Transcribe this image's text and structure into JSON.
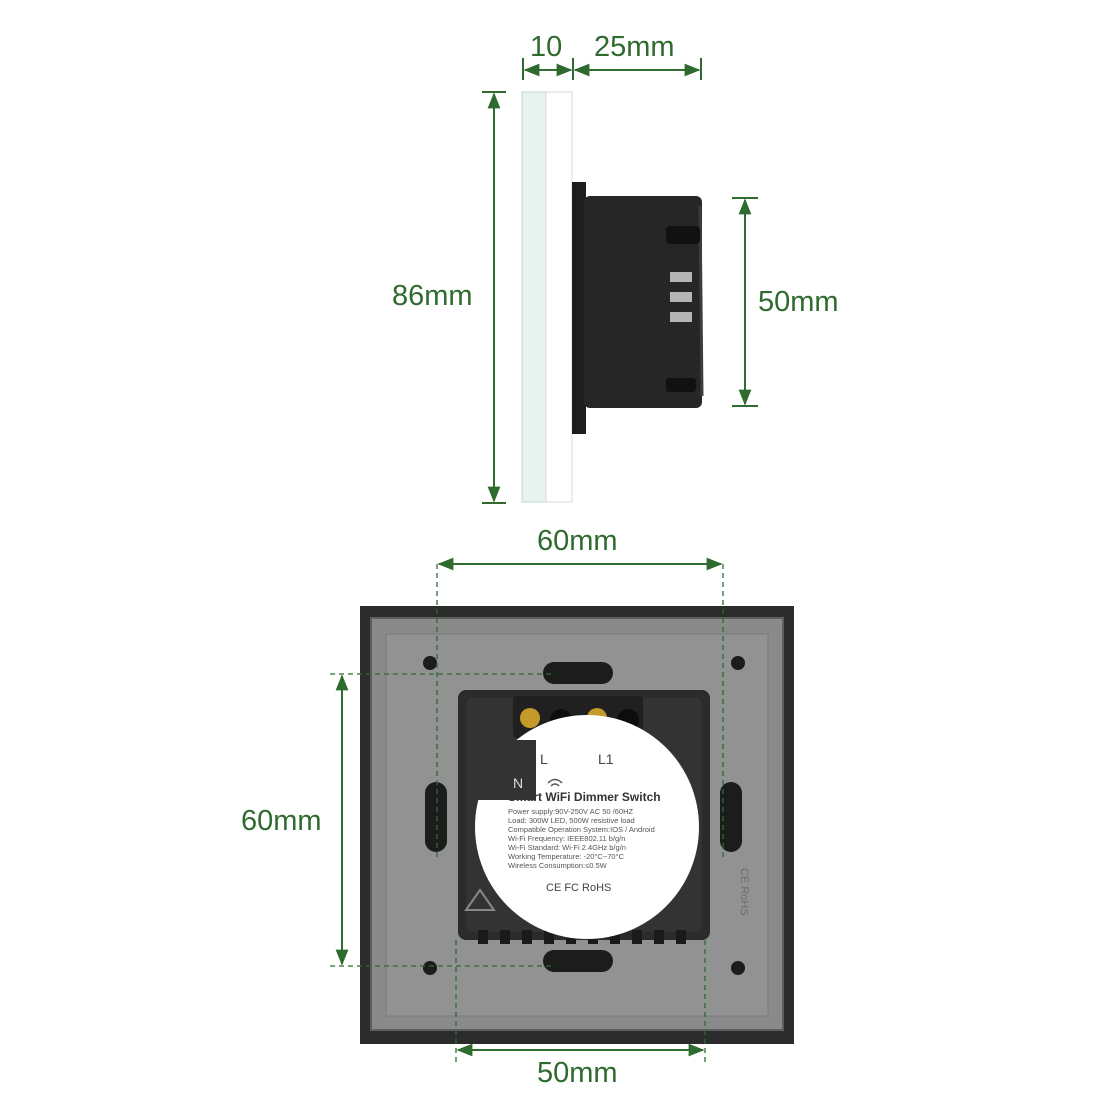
{
  "dimensions": {
    "glass_thickness": "10",
    "body_depth": "25mm",
    "height": "86mm",
    "body_height": "50mm",
    "mount_width": "60mm",
    "mount_height": "60mm",
    "module_width": "50mm"
  },
  "label": {
    "terminal_l": "L",
    "terminal_l1": "L1",
    "terminal_n": "N",
    "title": "Smart WiFi Dimmer Switch",
    "specs": [
      "Power supply:90V-250V AC  50 /60HZ",
      "Load: 300W LED, 500W resistive load",
      "Compatible Operation System:IOS / Android",
      "Wi-Fi Frequency: IEEE802.11 b/g/n",
      "Wi-Fi Standard: Wi-Fi 2.4GHz b/g/n",
      "Working Temperature: -20°C~70°C",
      "Wireless Consumption:≤0.5W"
    ],
    "certifications": "CE FC RoHS"
  },
  "frame_mark": "CE RoHS",
  "colors": {
    "dimension": "#2f6b2f",
    "frame": "#8a8a8a",
    "module": "#2a2a2a",
    "glass": "#e6f3ef"
  }
}
